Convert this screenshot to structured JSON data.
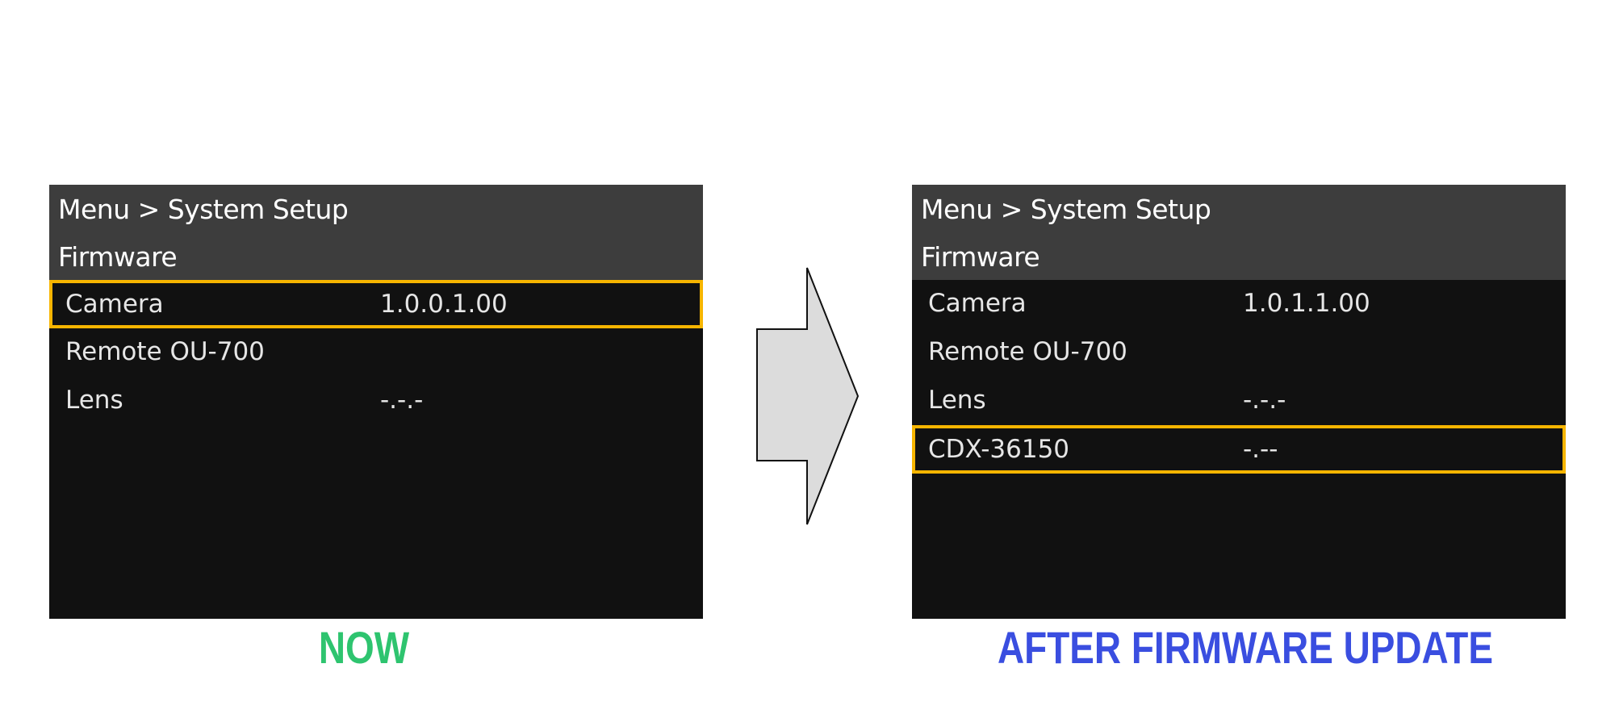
{
  "before": {
    "breadcrumb": "Menu > System Setup",
    "title": "Firmware",
    "rows": [
      {
        "label": "Camera",
        "value": "1.0.0.1.00",
        "selected": true
      },
      {
        "label": "Remote OU-700",
        "value": ""
      },
      {
        "label": "Lens",
        "value": "-.-.-"
      }
    ],
    "caption": "NOW"
  },
  "after": {
    "breadcrumb": "Menu > System Setup",
    "title": "Firmware",
    "rows": [
      {
        "label": "Camera",
        "value": "1.0.1.1.00"
      },
      {
        "label": "Remote OU-700",
        "value": ""
      },
      {
        "label": "Lens",
        "value": "-.-.-"
      },
      {
        "label": "CDX-36150",
        "value": "-.--",
        "selected": true
      }
    ],
    "caption": "AFTER FIRMWARE UPDATE"
  },
  "colors": {
    "highlight": "#f7b500",
    "now": "#2ec46f",
    "after": "#3a4ee0"
  },
  "icons": {
    "transition": "arrow-right-icon"
  }
}
